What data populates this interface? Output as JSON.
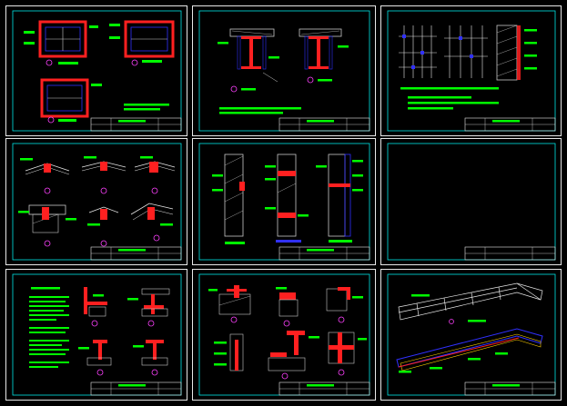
{
  "viewer": {
    "background": "#000000"
  },
  "colors": {
    "sheet_border": "#e8e8e8",
    "inner_frame": "#00e5e5",
    "steel": "#ff2020",
    "annotation": "#00ff00",
    "dimension": "#3030ff",
    "hatch": "#c8c8c8",
    "marker": "#ff40ff",
    "text": "#ffffff"
  },
  "sheets": [
    {
      "id": "sheet-1",
      "content": "column-box-sections"
    },
    {
      "id": "sheet-2",
      "content": "h-column-sections"
    },
    {
      "id": "sheet-3",
      "content": "wall-panel-elevations"
    },
    {
      "id": "sheet-4",
      "content": "roof-eave-details"
    },
    {
      "id": "sheet-5",
      "content": "wall-elevation-sections"
    },
    {
      "id": "sheet-6",
      "content": "blank"
    },
    {
      "id": "sheet-7",
      "content": "notes-and-connection-details"
    },
    {
      "id": "sheet-8",
      "content": "beam-column-joints"
    },
    {
      "id": "sheet-9",
      "content": "roof-truss-isometric"
    }
  ]
}
